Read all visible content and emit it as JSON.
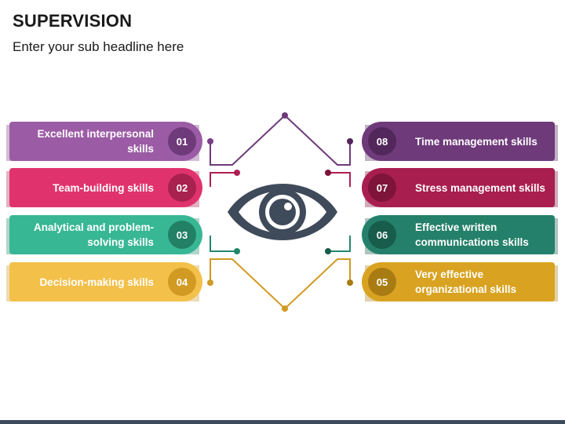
{
  "header": {
    "title": "SUPERVISION",
    "subtitle": "Enter your sub headline here"
  },
  "left_items": [
    {
      "number": "01",
      "label": "Excellent interpersonal skills",
      "color": "#9b5ba5",
      "dark": "#7a3f86",
      "circle": "#6e3a7a"
    },
    {
      "number": "02",
      "label": "Team-building skills",
      "color": "#e0336e",
      "dark": "#b01f54",
      "circle": "#a8214f"
    },
    {
      "number": "03",
      "label": "Analytical and problem-solving skills",
      "color": "#38b795",
      "dark": "#23876c",
      "circle": "#228065"
    },
    {
      "number": "04",
      "label": "Decision-making skills",
      "color": "#f3c04a",
      "dark": "#cf9a25",
      "circle": "#d19a22"
    }
  ],
  "right_items": [
    {
      "number": "08",
      "label": "Time management skills",
      "color": "#6e3a7a",
      "dark": "#4f2558",
      "circle": "#52275c"
    },
    {
      "number": "07",
      "label": "Stress management skills",
      "color": "#a81e4e",
      "dark": "#7a1236",
      "circle": "#7e1439"
    },
    {
      "number": "06",
      "label": "Effective written communications skills",
      "color": "#24806a",
      "dark": "#175a4a",
      "circle": "#185c4b"
    },
    {
      "number": "05",
      "label": "Very effective organizational skills",
      "color": "#d9a321",
      "dark": "#a97d10",
      "circle": "#a87c12"
    }
  ],
  "eye_icon": {
    "name": "eye-icon",
    "color": "#3f4a5a"
  },
  "footer": {
    "color": "#3d4a5a"
  }
}
